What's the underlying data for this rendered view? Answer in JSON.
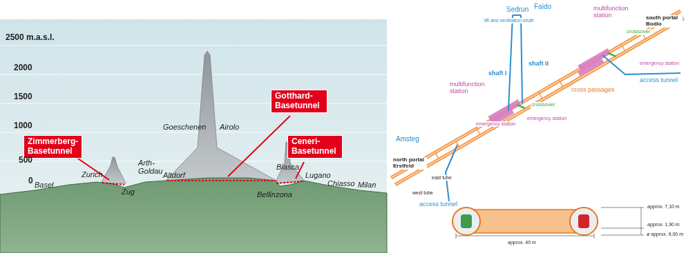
{
  "diagram": {
    "nodes": [
      {
        "text": [
          "Zimmerberg-Basetunnel"
        ]
      },
      {
        "text": [
          "Gotthard-Basetunnel"
        ]
      },
      {
        "text": [
          "Ceneri-Basetunnel"
        ]
      }
    ],
    "labels": [
      "2500 m.a.s.l.",
      "2000",
      "1500",
      "1000",
      "500",
      "0",
      "Basel",
      "Zurich",
      "Zug",
      "Arth-Goldau",
      "Altdorf",
      "Goeschenen",
      "Airolo",
      "Biasca",
      "Bellinzona",
      "Lugano",
      "Chiasso",
      "Milan",
      "Faido",
      "south portal Bodio",
      "Sedrun",
      "lift and ventilation shaft",
      "multifunction station",
      "crossover",
      "emergency station",
      "access tunnel",
      "cross passages",
      "shaft II",
      "shaft I",
      "multifunction station",
      "crossover",
      "emergency station",
      "emergency station",
      "Amsteg",
      "north portal Erstfeld",
      "access tunnel",
      "west tube",
      "east tube",
      "approx. 40 m",
      "approx. 7,10 m",
      "approx. 1,90 m",
      "ø approx. 9,00 m"
    ]
  }
}
